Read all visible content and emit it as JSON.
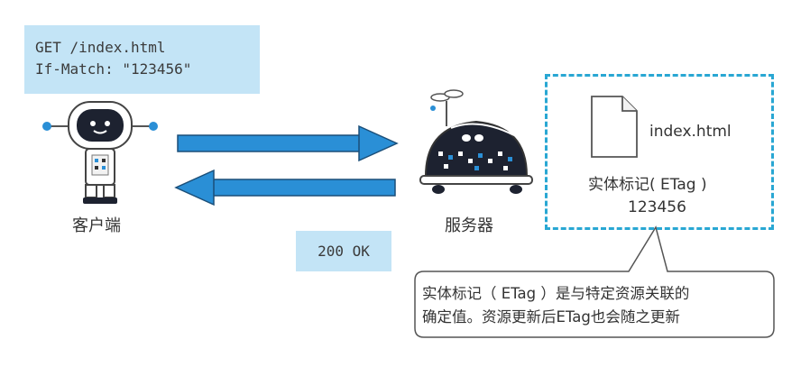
{
  "request": {
    "line1": "GET /index.html",
    "line2": "If-Match: \"123456\""
  },
  "response": {
    "status": "200 OK"
  },
  "client": {
    "label": "客户端"
  },
  "server": {
    "label": "服务器"
  },
  "resource": {
    "file_name": "index.html",
    "etag_label": "实体标记( ETag )",
    "etag_value": "123456"
  },
  "callout": {
    "line1": "实体标记（ ETag ）是与特定资源关联的",
    "line2": "确定值。资源更新后ETag也会随之更新"
  },
  "colors": {
    "request_bg": "#c3e4f6",
    "arrow_blue": "#2a8fd6",
    "dashed_border": "#29a7d3",
    "robot_dark": "#1d2230"
  }
}
